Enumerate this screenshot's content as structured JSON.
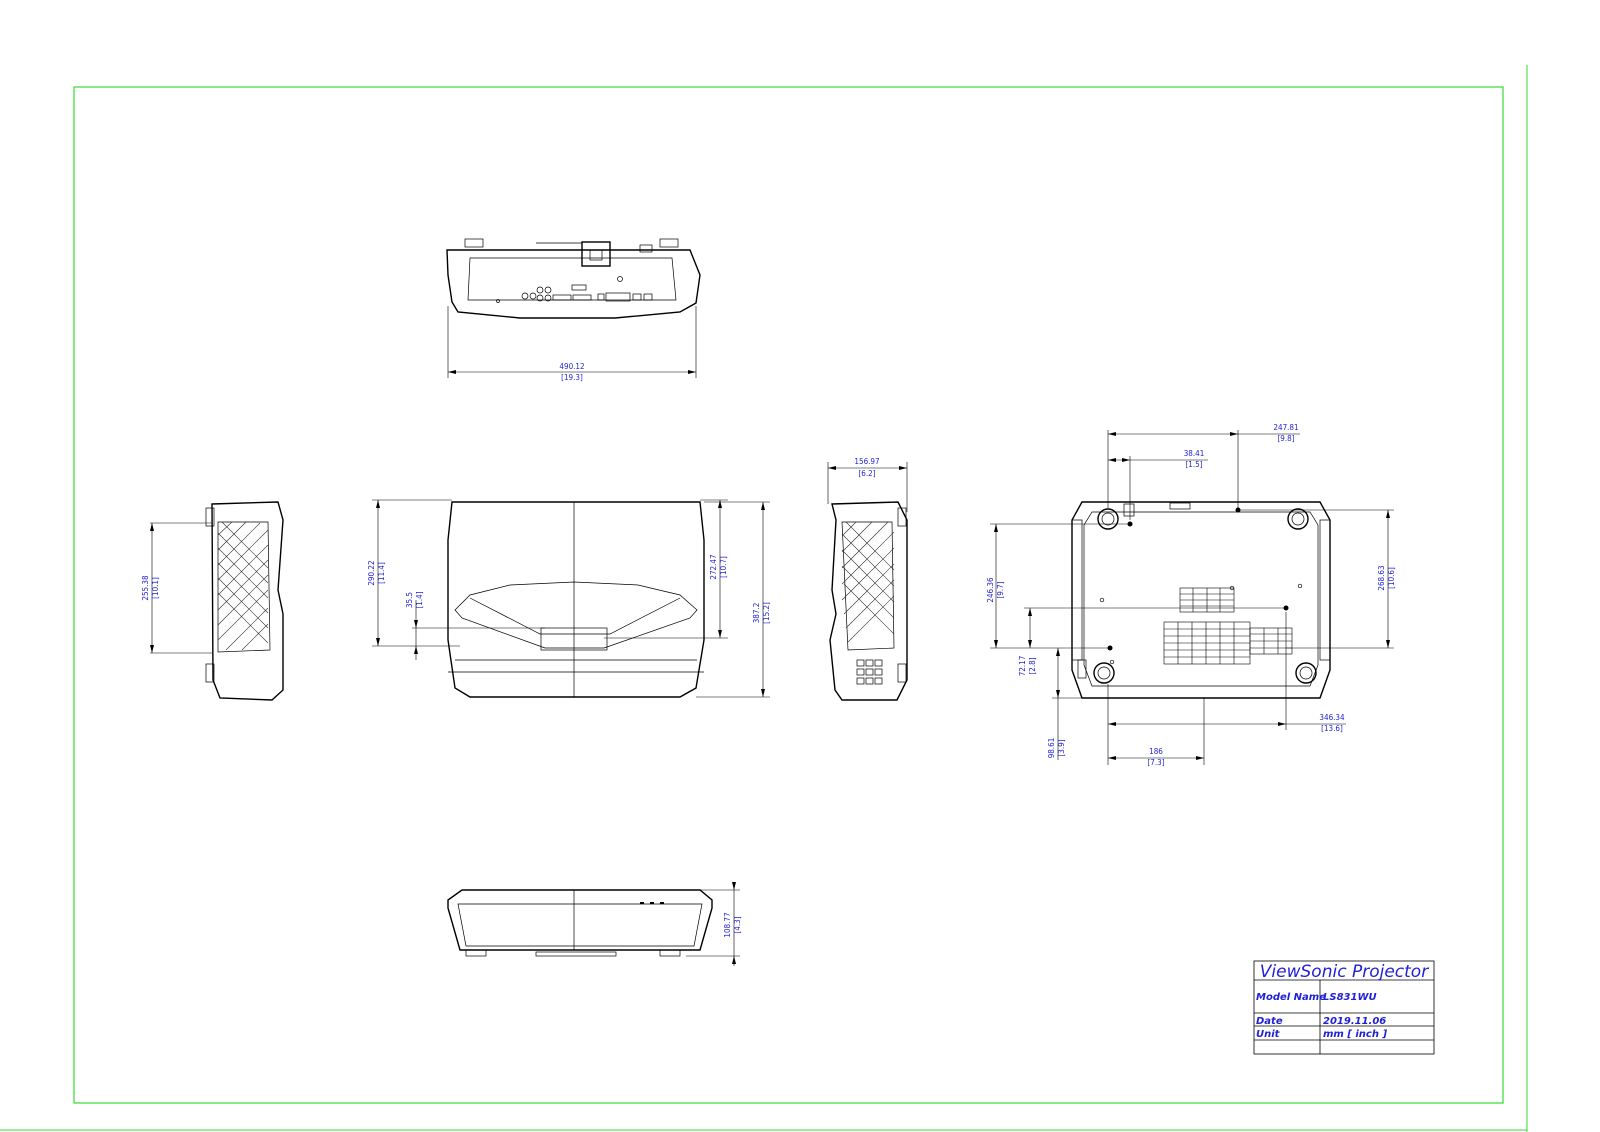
{
  "title_block": {
    "brand_title": "ViewSonic Projector",
    "model_name_label": "Model Name",
    "model_name_value": "LS831WU",
    "date_label": "Date",
    "date_value": "2019.11.06",
    "unit_label": "Unit",
    "unit_value": "mm [ inch ]"
  },
  "dimensions": {
    "rear_width": {
      "mm": "490.12",
      "inch": "[19.3]"
    },
    "left_side_height": {
      "mm": "255.38",
      "inch": "[10.1]"
    },
    "top_depth_1": {
      "mm": "290.22",
      "inch": "[11.4]"
    },
    "top_offset": {
      "mm": "35.5",
      "inch": "[1.4]"
    },
    "top_depth_2": {
      "mm": "272.47",
      "inch": "[10.7]"
    },
    "top_depth_total": {
      "mm": "387.2",
      "inch": "[15.2]"
    },
    "right_side_width": {
      "mm": "156.97",
      "inch": "[6.2]"
    },
    "bottom_width_1": {
      "mm": "247.81",
      "inch": "[9.8]"
    },
    "bottom_width_2": {
      "mm": "38.41",
      "inch": "[1.5]"
    },
    "bottom_height_1": {
      "mm": "246.36",
      "inch": "[9.7]"
    },
    "bottom_height_2": {
      "mm": "268.63",
      "inch": "[10.6]"
    },
    "bottom_height_3": {
      "mm": "72.17",
      "inch": "[2.8]"
    },
    "bottom_height_4": {
      "mm": "98.61",
      "inch": "[3.9]"
    },
    "bottom_width_3": {
      "mm": "346.34",
      "inch": "[13.6]"
    },
    "bottom_width_4": {
      "mm": "186",
      "inch": "[7.3]"
    },
    "front_height": {
      "mm": "108.77",
      "inch": "[4.3]"
    }
  },
  "colors": {
    "frame": "#33dd33",
    "dimension_text": "#1f1fd6",
    "outline": "#000000"
  }
}
